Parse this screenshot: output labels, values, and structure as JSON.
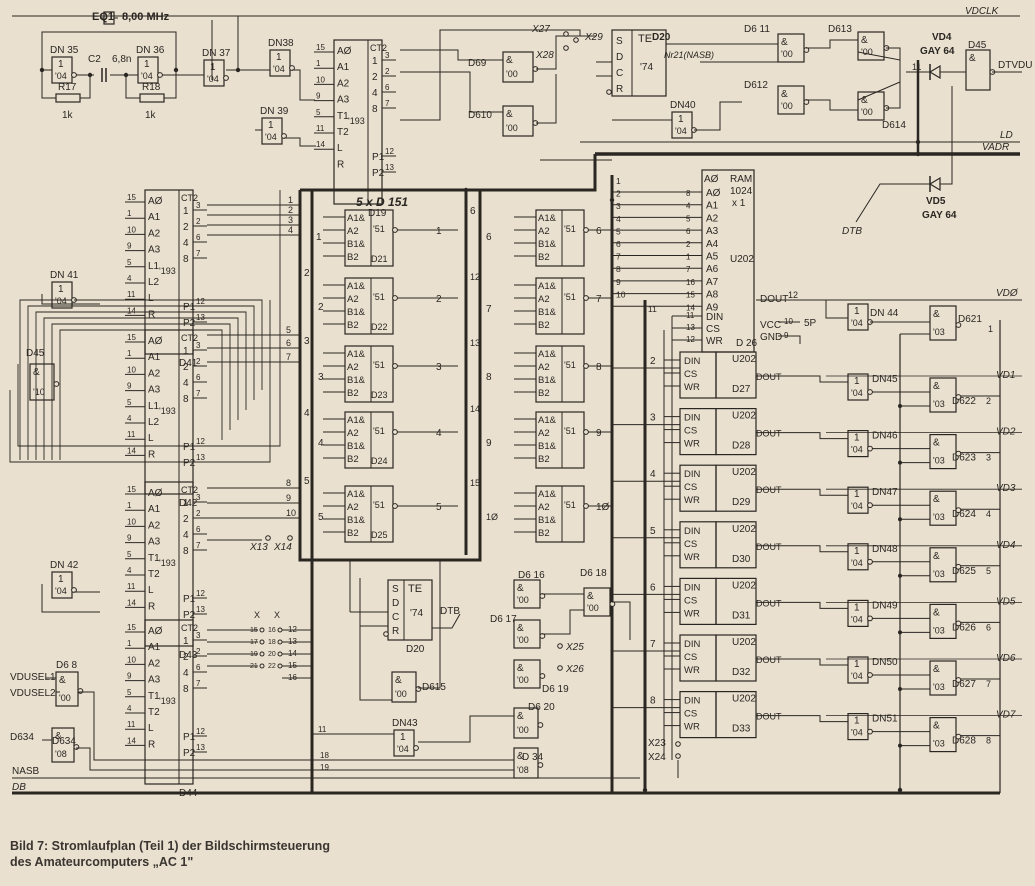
{
  "caption": "Bild 7: Stromlaufplan (Teil 1) der Bildschirmsteuerung des Amateurcomputers „AC 1\"",
  "colors": {
    "paper": "#e9e0cf",
    "ink": "#2a2622"
  },
  "buses": [
    {
      "id": "vdclk",
      "label": "VDCLK"
    },
    {
      "id": "ld",
      "label": "LD"
    },
    {
      "id": "vadr",
      "label": "VADR"
    },
    {
      "id": "nasb",
      "label": "NASB"
    },
    {
      "id": "db",
      "label": "DB"
    }
  ],
  "oscillator": {
    "crystal": "EQ1",
    "freq": "8,00 MHz",
    "inv1": "DN 35",
    "inv2": "DN 36",
    "inv_type": "'04",
    "r1": "R17",
    "r1v": "1k",
    "r2": "R18",
    "r2v": "1k",
    "cap": "C2",
    "capv": "6,8n"
  },
  "inverters": [
    {
      "id": "dn37",
      "label": "DN 37",
      "type": "'04"
    },
    {
      "id": "dn38",
      "label": "DN38",
      "type": "'04"
    },
    {
      "id": "dn39",
      "label": "DN 39",
      "type": "'04"
    },
    {
      "id": "dn40",
      "label": "DN40",
      "type": "'04"
    },
    {
      "id": "dn41",
      "label": "DN 41",
      "type": "'04"
    },
    {
      "id": "dn42",
      "label": "DN 42",
      "type": "'04"
    },
    {
      "id": "dn43",
      "label": "DN43",
      "type": "'04"
    }
  ],
  "counters": [
    {
      "id": "d19",
      "label": "D19",
      "head": "CT2",
      "type": "'193",
      "inputs": [
        "AØ",
        "A1",
        "A2",
        "A3",
        "T1",
        "T2",
        "L",
        "R"
      ],
      "pins_in": [
        "15",
        "1",
        "10",
        "9",
        "5",
        "11",
        "14"
      ],
      "outputs": [
        "1",
        "2",
        "4",
        "8",
        "P1",
        "P2"
      ],
      "pins_out": [
        "3",
        "2",
        "6",
        "7",
        "12",
        "13"
      ]
    },
    {
      "id": "d41",
      "label": "D41",
      "head": "CT2",
      "type": "'193",
      "inputs": [
        "AØ",
        "A1",
        "A2",
        "A3",
        "L1",
        "L2",
        "L",
        "R"
      ],
      "pins_in": [
        "15",
        "1",
        "10",
        "9",
        "5",
        "4",
        "11",
        "14"
      ],
      "outputs": [
        "1",
        "2",
        "4",
        "8",
        "P1",
        "P2"
      ],
      "pins_out": [
        "3",
        "2",
        "6",
        "7",
        "12",
        "13"
      ]
    },
    {
      "id": "d42",
      "label": "D42",
      "head": "CT2",
      "type": "'193",
      "inputs": [
        "AØ",
        "A1",
        "A2",
        "A3",
        "L1",
        "L2",
        "L",
        "R"
      ],
      "pins_in": [
        "15",
        "1",
        "10",
        "9",
        "5",
        "4",
        "11",
        "14"
      ],
      "outputs": [
        "1",
        "2",
        "4",
        "8",
        "P1",
        "P2"
      ],
      "pins_out": [
        "3",
        "2",
        "6",
        "7",
        "12",
        "13"
      ]
    },
    {
      "id": "d43",
      "label": "D43",
      "head": "CT2",
      "type": "'193",
      "inputs": [
        "AØ",
        "A1",
        "A2",
        "A3",
        "T1",
        "T2",
        "L",
        "R"
      ],
      "pins_in": [
        "15",
        "1",
        "10",
        "9",
        "5",
        "4",
        "11",
        "14"
      ],
      "outputs": [
        "1",
        "2",
        "4",
        "8",
        "P1",
        "P2"
      ],
      "pins_out": [
        "3",
        "2",
        "6",
        "7",
        "12",
        "13"
      ]
    },
    {
      "id": "d44",
      "label": "D44",
      "head": "CT2",
      "type": "'193",
      "inputs": [
        "AØ",
        "A1",
        "A2",
        "A3",
        "T1",
        "T2",
        "L",
        "R"
      ],
      "pins_in": [
        "15",
        "1",
        "10",
        "9",
        "5",
        "4",
        "11",
        "14"
      ],
      "outputs": [
        "1",
        "2",
        "4",
        "8",
        "P1",
        "P2"
      ],
      "pins_out": [
        "3",
        "2",
        "6",
        "7",
        "12",
        "13"
      ]
    }
  ],
  "mux": {
    "title": "5 x D 151",
    "pins": [
      "A1&",
      "A2",
      "B1&",
      "B2"
    ],
    "type": "'51",
    "left": [
      "D21",
      "D22",
      "D23",
      "D24",
      "D25"
    ],
    "right": [
      "1",
      "2",
      "3",
      "4",
      "5",
      "6",
      "7",
      "8",
      "9",
      "1Ø"
    ]
  },
  "nands": [
    {
      "id": "d69",
      "label": "D69",
      "sym": "&",
      "type": "'00"
    },
    {
      "id": "d610",
      "label": "D610",
      "sym": "&",
      "type": "'00"
    },
    {
      "id": "d611",
      "label": "D6 11",
      "sym": "&",
      "type": "'00"
    },
    {
      "id": "d612",
      "label": "D612",
      "sym": "&",
      "type": "'00"
    },
    {
      "id": "d613",
      "label": "D613",
      "sym": "&",
      "type": "'00"
    },
    {
      "id": "d614",
      "label": "D614",
      "sym": "&",
      "type": "'00"
    },
    {
      "id": "d45a",
      "label": "D45",
      "sym": "&",
      "type": ""
    },
    {
      "id": "d45b",
      "label": "D45",
      "sym": "&",
      "type": "'10"
    },
    {
      "id": "d616",
      "label": "D6 16",
      "sym": "&",
      "type": "'00"
    },
    {
      "id": "d617",
      "label": "D6 17",
      "sym": "&",
      "type": "'00"
    },
    {
      "id": "d618",
      "label": "D6 18",
      "sym": "&",
      "type": "'00"
    },
    {
      "id": "d619",
      "label": "D6 19",
      "sym": "&",
      "type": "'00"
    },
    {
      "id": "d615",
      "label": "D615",
      "sym": "&",
      "type": "'00"
    },
    {
      "id": "d620",
      "label": "D6 20",
      "sym": "&",
      "type": "'00"
    },
    {
      "id": "d68",
      "label": "D6 8",
      "sym": "&",
      "type": "'00"
    },
    {
      "id": "d634",
      "label": "D634",
      "sym": "&",
      "type": "'08"
    },
    {
      "id": "d34",
      "label": "D 34",
      "sym": "&",
      "type": "'08"
    }
  ],
  "flipflops": [
    {
      "id": "d20a",
      "label": "D20",
      "head": "TE",
      "type": "'74",
      "pins": [
        "S",
        "D",
        "C",
        "R"
      ],
      "note": "Nr21(NASB)"
    },
    {
      "id": "d20b",
      "label": "D20",
      "head": "TE",
      "type": "'74",
      "pins": [
        "S",
        "D",
        "C",
        "R"
      ],
      "note": "DTB"
    }
  ],
  "ram_main": {
    "label": "D 26",
    "title": "RAM",
    "size": "1024",
    "width": "x 1",
    "addr": [
      "AØ",
      "A1",
      "A2",
      "A3",
      "A4",
      "A5",
      "A6",
      "A7",
      "A8",
      "A9"
    ],
    "addr_pins": [
      "8",
      "4",
      "5",
      "6",
      "2",
      "1",
      "7",
      "16",
      "15",
      "14"
    ],
    "ctrl": [
      "DIN",
      "CS",
      "WR"
    ],
    "ctrl_pins": [
      "11",
      "13",
      "12"
    ],
    "dout": "DOUT",
    "vcc": "VCC",
    "gnd": "GND",
    "vcc_pin": "10",
    "gnd_pin": "9",
    "power": "5P",
    "chip": "U202"
  },
  "ram_rows": [
    {
      "chip": "U202",
      "label": "D27",
      "in": "2",
      "vd": "VD1",
      "inv": "DN45",
      "nand": "D622",
      "out": "2"
    },
    {
      "chip": "U202",
      "label": "D28",
      "in": "3",
      "vd": "VD2",
      "inv": "DN46",
      "nand": "D623",
      "out": "3"
    },
    {
      "chip": "U202",
      "label": "D29",
      "in": "4",
      "vd": "VD3",
      "inv": "DN47",
      "nand": "D624",
      "out": "4"
    },
    {
      "chip": "U202",
      "label": "D30",
      "in": "5",
      "vd": "VD4",
      "inv": "DN48",
      "nand": "D625",
      "out": "5"
    },
    {
      "chip": "U202",
      "label": "D31",
      "in": "6",
      "vd": "VD5",
      "inv": "DN49",
      "nand": "D626",
      "out": "6"
    },
    {
      "chip": "U202",
      "label": "D32",
      "in": "7",
      "vd": "VD6",
      "inv": "DN50",
      "nand": "D627",
      "out": "7"
    },
    {
      "chip": "U202",
      "label": "D33",
      "in": "8",
      "vd": "VD7",
      "inv": "DN51",
      "nand": "D628",
      "out": "8"
    }
  ],
  "top_row": {
    "vd": "VDØ",
    "inv": "DN 44",
    "nand": "D621",
    "out": "1",
    "dout_pin": "12"
  },
  "ram_pins": [
    "DIN",
    "CS",
    "WR"
  ],
  "dout_label": "DOUT",
  "nand03": "'03",
  "diodes": [
    {
      "id": "vd4",
      "label": "VD4",
      "type": "GAY 64",
      "pin": "11"
    },
    {
      "id": "vd5",
      "label": "VD5",
      "type": "GAY 64"
    }
  ],
  "jumpers": {
    "x27": "X27",
    "x28": "X28",
    "x29": "X29",
    "x13": "X13",
    "x14": "X14",
    "x23": "X23",
    "x24": "X24",
    "x25": "X25",
    "x26": "X26",
    "x": "X"
  },
  "signals": {
    "dtvdu": "DTVDU",
    "dtb": "DTB",
    "vdusel1": "VDUSEL1",
    "vdusel2": "VDUSEL2",
    "d634in": "D634",
    "nasb": "NASB"
  }
}
